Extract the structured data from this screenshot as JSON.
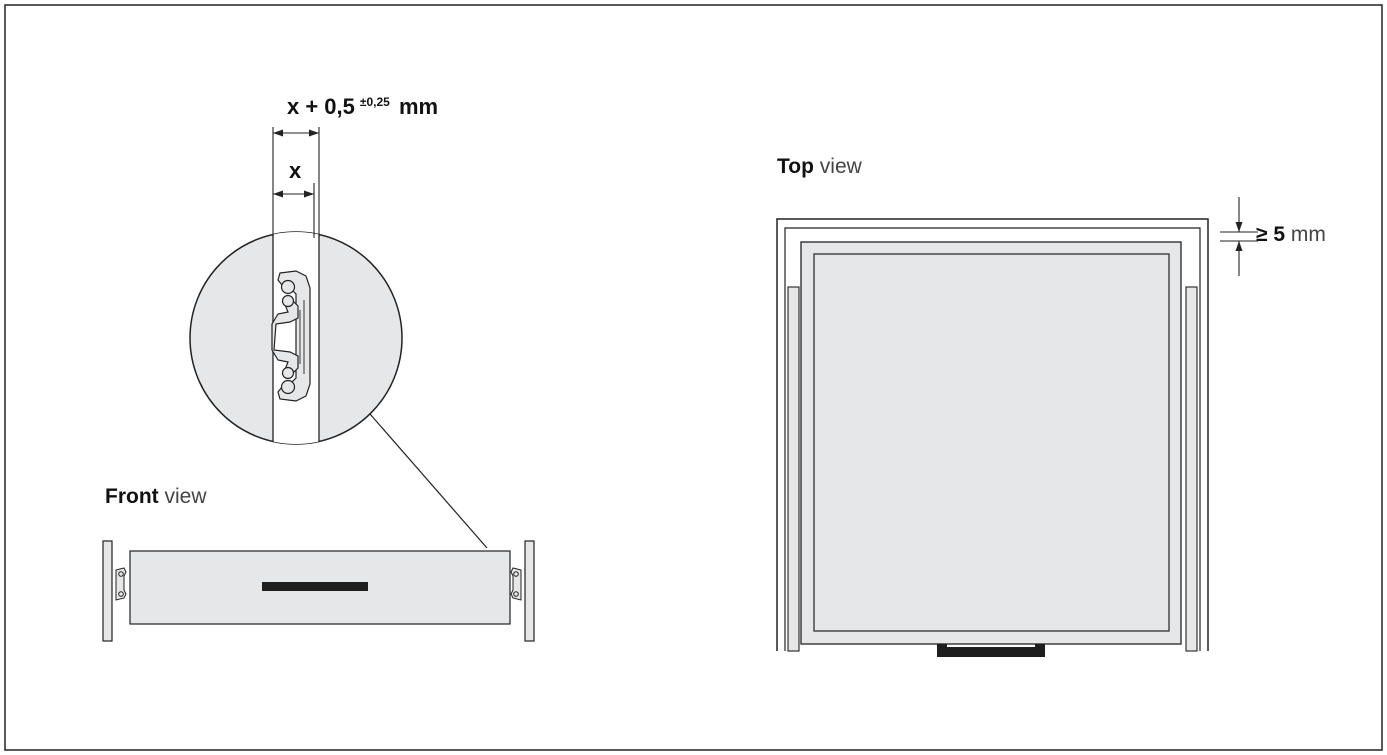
{
  "colors": {
    "stroke": "#222222",
    "fill": "#e6e7e8",
    "handle": "#1e1e1e",
    "background": "#ffffff"
  },
  "dimension_top": {
    "base": "x + 0,5",
    "tolerance": "±0,25",
    "unit": "mm"
  },
  "dimension_x": "x",
  "front_view": {
    "bold": "Front",
    "rest": " view"
  },
  "top_view": {
    "bold": "Top",
    "rest": " view"
  },
  "gap": {
    "symbol": "≥",
    "value": "5",
    "unit": "mm"
  }
}
